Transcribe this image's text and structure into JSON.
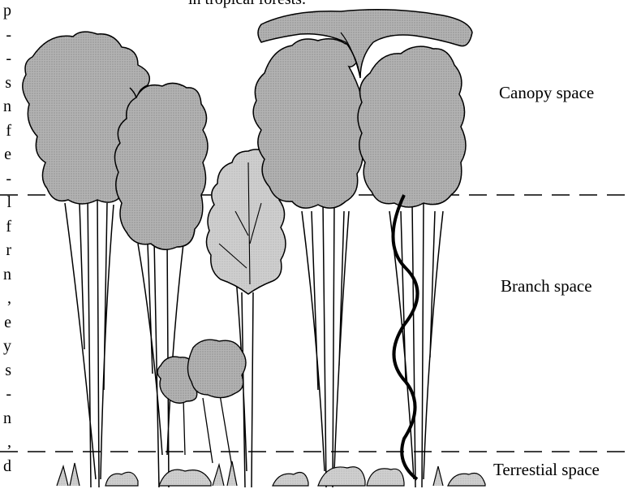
{
  "labels": {
    "canopy": "Canopy space",
    "branch": "Branch space",
    "terrestrial": "Terrestial space"
  },
  "top_caption": "in tropical forests.",
  "left_margin_letters": [
    "p",
    "-",
    "-",
    "s",
    "n",
    "f",
    "e",
    "-",
    "l",
    "f",
    "r",
    "n",
    ",",
    "e",
    "y",
    "s",
    "-",
    "n",
    ",",
    "d"
  ],
  "colors": {
    "canopy_fill": "#a9a9a9",
    "understory_fill": "#c4c4c4",
    "outline": "#000000"
  }
}
